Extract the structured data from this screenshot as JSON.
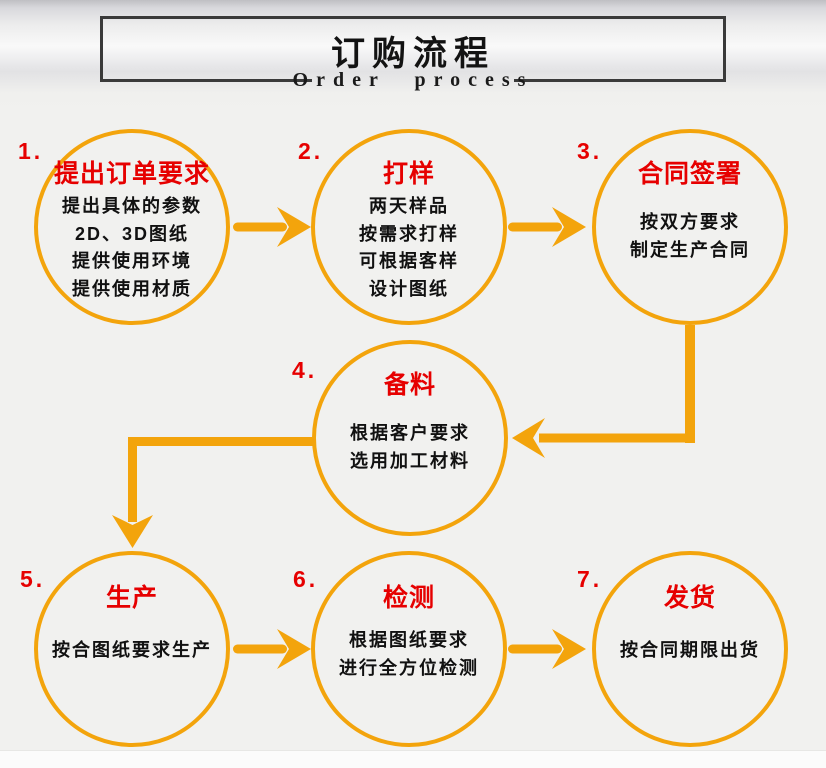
{
  "header": {
    "title": "订购流程",
    "subtitle": "Order process"
  },
  "colors": {
    "accent_orange": "#F3A40C",
    "step_red": "#E60000",
    "body_text": "#111111",
    "box_border": "#3a3a3a"
  },
  "steps": [
    {
      "number": "1.",
      "title": "提出订单要求",
      "lines": [
        "提出具体的参数",
        "2D、3D图纸",
        "提供使用环境",
        "提供使用材质"
      ]
    },
    {
      "number": "2.",
      "title": "打样",
      "lines": [
        "两天样品",
        "按需求打样",
        "可根据客样",
        "设计图纸"
      ]
    },
    {
      "number": "3.",
      "title": "合同签署",
      "lines": [
        "按双方要求",
        "制定生产合同"
      ]
    },
    {
      "number": "4.",
      "title": "备料",
      "lines": [
        "根据客户要求",
        "选用加工材料"
      ]
    },
    {
      "number": "5.",
      "title": "生产",
      "lines": [
        "按合图纸要求生产"
      ]
    },
    {
      "number": "6.",
      "title": "检测",
      "lines": [
        "根据图纸要求",
        "进行全方位检测"
      ]
    },
    {
      "number": "7.",
      "title": "发货",
      "lines": [
        "按合同期限出货"
      ]
    }
  ],
  "flow_connections": [
    "1→2",
    "2→3",
    "3→4",
    "4→5",
    "5→6",
    "6→7"
  ]
}
